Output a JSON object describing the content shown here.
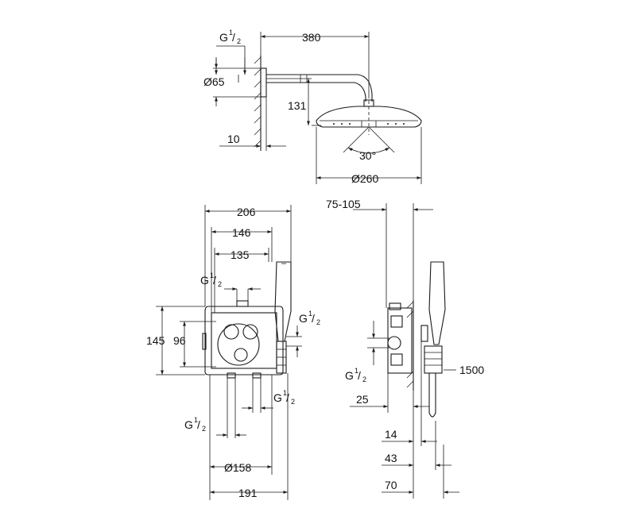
{
  "top_view": {
    "g_half": {
      "g": "G",
      "num": "1",
      "den": "2"
    },
    "d380": "380",
    "d65": "Ø65",
    "d131": "131",
    "d10": "10",
    "a30": "30°",
    "d260": "Ø260"
  },
  "front_view": {
    "d206": "206",
    "d146": "146",
    "d135": "135",
    "g_top": {
      "g": "G",
      "num": "1",
      "den": "2"
    },
    "d145": "145",
    "d96": "96",
    "g_right": {
      "g": "G",
      "num": "1",
      "den": "2"
    },
    "g_bottom_right": {
      "g": "G",
      "num": "1",
      "den": "2"
    },
    "g_bottom_left": {
      "g": "G",
      "num": "1",
      "den": "2"
    },
    "d158": "Ø158",
    "d191": "191"
  },
  "side_view": {
    "d75_105": "75-105",
    "g_left": {
      "g": "G",
      "num": "1",
      "den": "2"
    },
    "d25": "25",
    "d1500": "1500",
    "d14": "14",
    "d43": "43",
    "d70": "70"
  }
}
